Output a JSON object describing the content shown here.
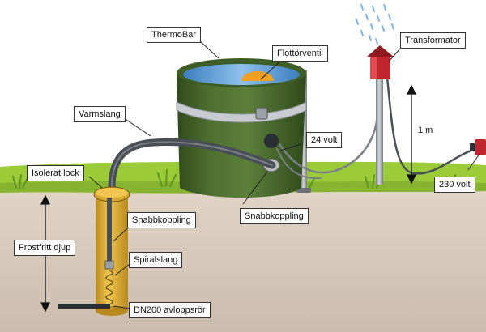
{
  "labels": {
    "thermobar": "ThermoBar",
    "flottorventil": "Flottörventil",
    "transformator": "Transformator",
    "varmslang": "Varmslang",
    "isolerat_lock": "Isolerat lock",
    "volt24": "24 volt",
    "meter": "1 m",
    "volt230": "230 volt",
    "snabbkoppling_right": "Snabbkoppling",
    "snabbkoppling_left": "Snabbkoppling",
    "frostfritt_djup": "Frostfritt djup",
    "spiralslang": "Spiralslang",
    "dn200": "DN200 avloppsrör"
  },
  "colors": {
    "sky": "#ffffff",
    "grass": "#9ccb3a",
    "soil": "#d9cbbd",
    "tank": "#4e6f30",
    "tank_dark": "#2f4a1c",
    "water": "#5a9bd5",
    "float": "#f0a020",
    "pipe": "#e8b838",
    "hose": "#4a4f55",
    "transformer": "#c0262e",
    "pole": "#9aa0a6"
  }
}
